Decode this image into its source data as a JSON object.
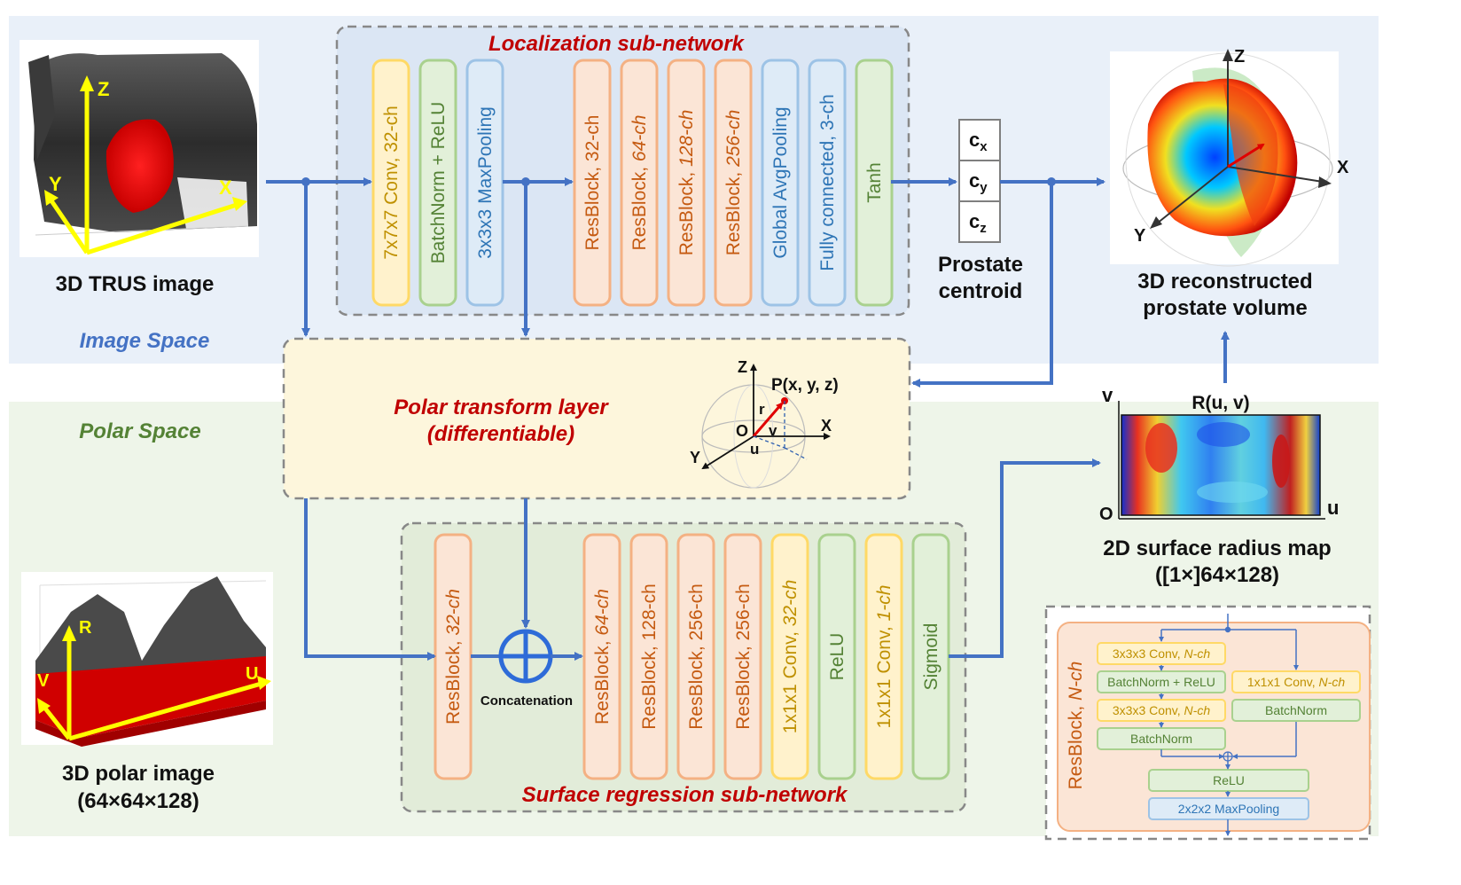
{
  "colors": {
    "image_space_bg": "#e9f0f9",
    "polar_space_bg": "#eef5e9",
    "localization_box": "#dbe6f4",
    "polar_layer_box": "#fdf6dc",
    "regression_box": "#e2ecd9",
    "arrow_blue": "#4472c4",
    "title_red": "#c00000",
    "image_space_label": "#4472c4",
    "polar_space_label": "#548235",
    "yellow_fill": "#fff2cc",
    "yellow_stroke": "#ffd966",
    "yellow_text": "#bf9000",
    "green_fill": "#e2f0d9",
    "green_stroke": "#a9d18e",
    "green_text": "#548235",
    "blue_fill": "#deebf7",
    "blue_stroke": "#9dc3e6",
    "blue_text": "#2e75b6",
    "orange_fill": "#fbe5d6",
    "orange_stroke": "#f4b183",
    "orange_text": "#c55a11"
  },
  "image_space": {
    "label": "Image Space",
    "input_caption": "3D TRUS image",
    "axis_labels": {
      "z": "Z",
      "y": "Y",
      "x": "X"
    }
  },
  "polar_space": {
    "label": "Polar Space",
    "input_caption_line1": "3D polar image",
    "input_caption_line2": "(64×64×128)",
    "axis_labels": {
      "r": "R",
      "v": "V",
      "u": "U"
    }
  },
  "localization": {
    "title": "Localization sub-network",
    "block_a": "7x7x7 Conv, 32-ch",
    "block_b": "BatchNorm + ReLU",
    "block_c": "3x3x3  MaxPooling",
    "res1": "ResBlock, 32-ch",
    "res2_prefix": "ResBlock, ",
    "res2_ch": "64-ch",
    "res3_prefix": "ResBlock, ",
    "res3_ch": "128-ch",
    "res4_prefix": "ResBlock, ",
    "res4_ch": "256-ch",
    "gap": "Global AvgPooling",
    "fc": "Fully connected, 3-ch",
    "tanh": "Tanh"
  },
  "centroid": {
    "cx": "c",
    "cx_sub": "x",
    "cy": "c",
    "cy_sub": "y",
    "cz": "c",
    "cz_sub": "z",
    "caption_line1": "Prostate",
    "caption_line2": "centroid"
  },
  "volume": {
    "caption_line1": "3D reconstructed",
    "caption_line2": "prostate volume",
    "axis_labels": {
      "z": "Z",
      "x": "X",
      "y": "Y"
    }
  },
  "polar_layer": {
    "title_line1": "Polar transform layer",
    "title_line2": "(differentiable)",
    "point_label": "P(x, y, z)",
    "z": "Z",
    "x": "X",
    "y": "Y",
    "o": "O",
    "r": "r",
    "u": "u",
    "v": "v"
  },
  "radius_map": {
    "title": "R(u, v)",
    "v_label": "v",
    "u_label": "u",
    "o_label": "O",
    "caption_line1": "2D surface radius map",
    "caption_line2": "([1×]64×128)"
  },
  "regression": {
    "title": "Surface regression sub-network",
    "res_a_prefix": "ResBlock, ",
    "res_a_ch": "32-ch",
    "concat_label": "Concatenation",
    "res1_prefix": "ResBlock, ",
    "res1_ch": "64-ch",
    "res2": "ResBlock, 128-ch",
    "res3": "ResBlock, 256-ch",
    "res4": "ResBlock, 256-ch",
    "conv1_prefix": "1x1x1 Conv, ",
    "conv1_ch": "32-ch",
    "relu": "ReLU",
    "conv2_prefix": "1x1x1 Conv, ",
    "conv2_ch": "1-ch",
    "sigmoid": "Sigmoid"
  },
  "resblock_detail": {
    "side_prefix": "ResBlock, ",
    "side_ch": "N-ch",
    "conv3_a": "3x3x3 Conv, ",
    "conv3_a_ch": "N-ch",
    "bn_relu": "BatchNorm + ReLU",
    "conv3_b": "3x3x3 Conv, ",
    "conv3_b_ch": "N-ch",
    "bn": "BatchNorm",
    "conv1": "1x1x1 Conv, ",
    "conv1_ch": "N-ch",
    "bn_skip": "BatchNorm",
    "relu": "ReLU",
    "pool": "2x2x2 MaxPooling"
  }
}
